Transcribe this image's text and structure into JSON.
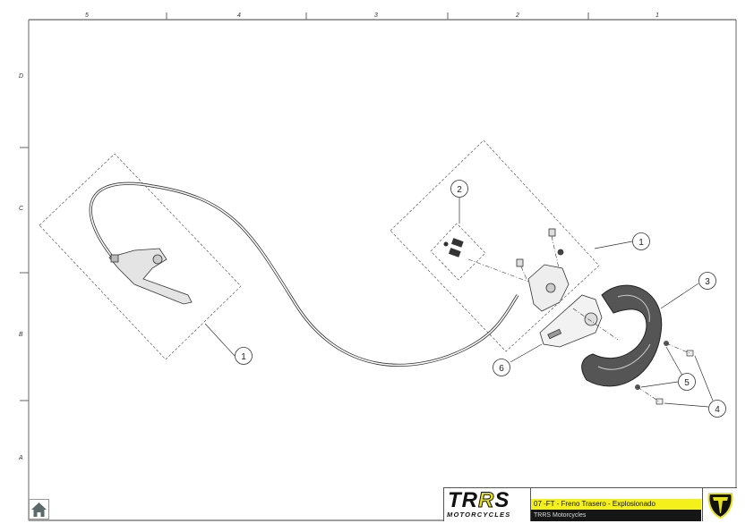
{
  "ruler": {
    "columns": [
      "5",
      "4",
      "3",
      "2",
      "1"
    ],
    "rows": [
      "D",
      "C",
      "B",
      "A"
    ]
  },
  "callouts": {
    "lever_assembly": "1",
    "brake_pads": "2",
    "caliper_assembly": "1",
    "disc_guard": "3",
    "screws": "4",
    "washers": "5",
    "caliper_bracket": "6"
  },
  "title_block": {
    "logo_text": "TRRS",
    "logo_subtext": "MOTORCYCLES",
    "title": "07 -FT - Freno Trasero - Explosionado",
    "subtitle": "TRRS Motorcycles"
  },
  "colors": {
    "accent_yellow": "#f4f01c",
    "dark": "#161616"
  },
  "icons": {
    "home": "home-icon",
    "brand_badge": "shield-badge-icon"
  }
}
